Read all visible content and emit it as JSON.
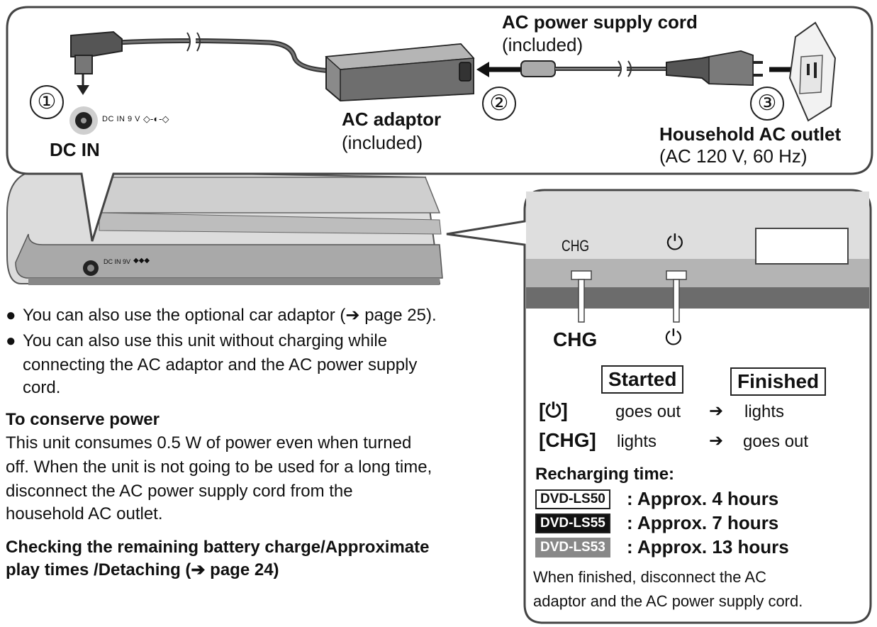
{
  "top_callout": {
    "step1": "①",
    "step2": "②",
    "step3": "③",
    "dc_in_label": "DC IN",
    "dc_in_small": "DC IN 9 V",
    "ac_adaptor_label": "AC adaptor",
    "ac_adaptor_included": "(included)",
    "ac_cord_label": "AC power supply cord",
    "ac_cord_included": "(included)",
    "outlet_label": "Household AC outlet",
    "outlet_spec": "(AC 120 V, 60 Hz)"
  },
  "device": {
    "dc_in_small": "DC IN 9V"
  },
  "notes": {
    "bullets": [
      "You can also use the optional car adaptor (➔ page 25).",
      "You can also use this unit without charging while",
      "connecting the AC adaptor and the AC power supply",
      "cord."
    ],
    "conserve_heading": "To conserve power",
    "conserve_lines": [
      "This unit consumes 0.5 W of power even when turned",
      "off. When the unit is not going to be used for a long time,",
      "disconnect the AC power supply cord from the",
      "household AC outlet."
    ],
    "checking_lines": [
      "Checking the remaining battery charge/Approximate",
      "play times /Detaching (➔ page 24)"
    ]
  },
  "indicator_panel": {
    "chg_small": "CHG",
    "power_symbol": "⏻",
    "chg_big": "CHG",
    "started": "Started",
    "finished": "Finished",
    "row1_label": "[⏻]",
    "row1_started": "goes out",
    "row1_arrow": "➔",
    "row1_finished": "lights",
    "row2_label": "[CHG]",
    "row2_started": "lights",
    "row2_arrow": "➔",
    "row2_finished": "goes out",
    "recharging_heading": "Recharging time:",
    "models": [
      {
        "name": "DVD-LS50",
        "time": ": Approx. 4 hours",
        "style": "outline"
      },
      {
        "name": "DVD-LS55",
        "time": ": Approx. 7 hours",
        "style": "black"
      },
      {
        "name": "DVD-LS53",
        "time": ": Approx. 13 hours",
        "style": "gray"
      }
    ],
    "finish_note": [
      "When finished, disconnect the AC",
      "adaptor and the AC power supply cord."
    ]
  }
}
